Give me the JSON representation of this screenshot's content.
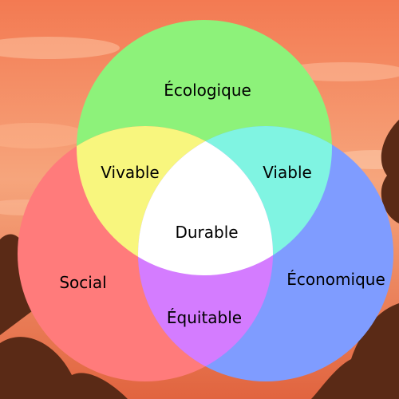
{
  "diagram": {
    "circles": {
      "top": {
        "label": "Écologique",
        "color": "#8df27a"
      },
      "left": {
        "label": "Social",
        "color": "#ff7b7b"
      },
      "right": {
        "label": "Économique",
        "color": "#7f9cff"
      }
    },
    "overlaps": {
      "top_left": {
        "label": "Vivable",
        "color": "#f8f67e"
      },
      "top_right": {
        "label": "Viable",
        "color": "#80f4e2"
      },
      "left_right": {
        "label": "Équitable",
        "color": "#d47cff"
      },
      "center": {
        "label": "Durable",
        "color": "#ffffff"
      }
    }
  },
  "background": {
    "sky_top": "#f37a52",
    "sky_mid": "#f6a57c",
    "sky_low": "#e1643f",
    "foliage": "#5a2a16"
  }
}
